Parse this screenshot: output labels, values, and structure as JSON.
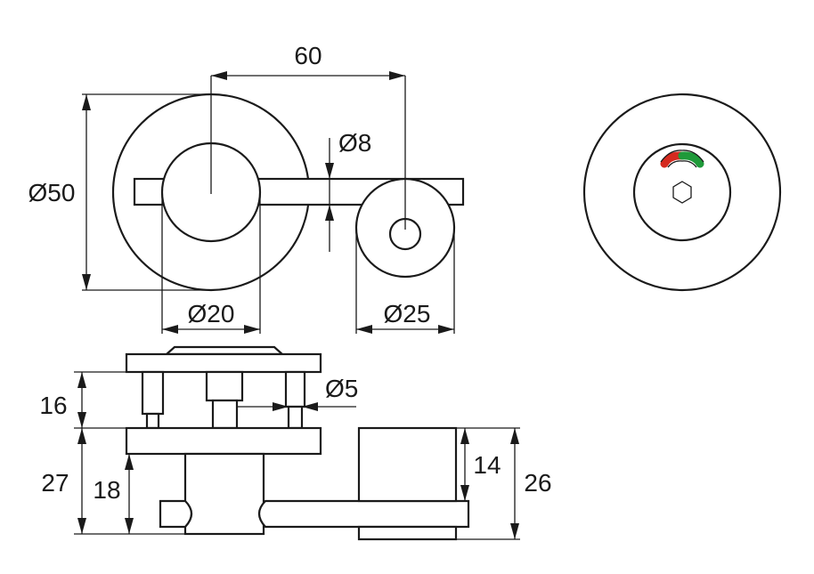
{
  "dimensions": {
    "width_60": "60",
    "dia_50": "Ø50",
    "dia_8": "Ø8",
    "dia_20": "Ø20",
    "dia_25": "Ø25",
    "dia_5": "Ø5",
    "h_16": "16",
    "h_27": "27",
    "h_18": "18",
    "h_14": "14",
    "h_26": "26"
  },
  "indicator_colors": {
    "occupied": "#d42a1f",
    "vacant": "#1f9a3a"
  },
  "icons": {
    "hex_socket": "hexagon-icon"
  }
}
